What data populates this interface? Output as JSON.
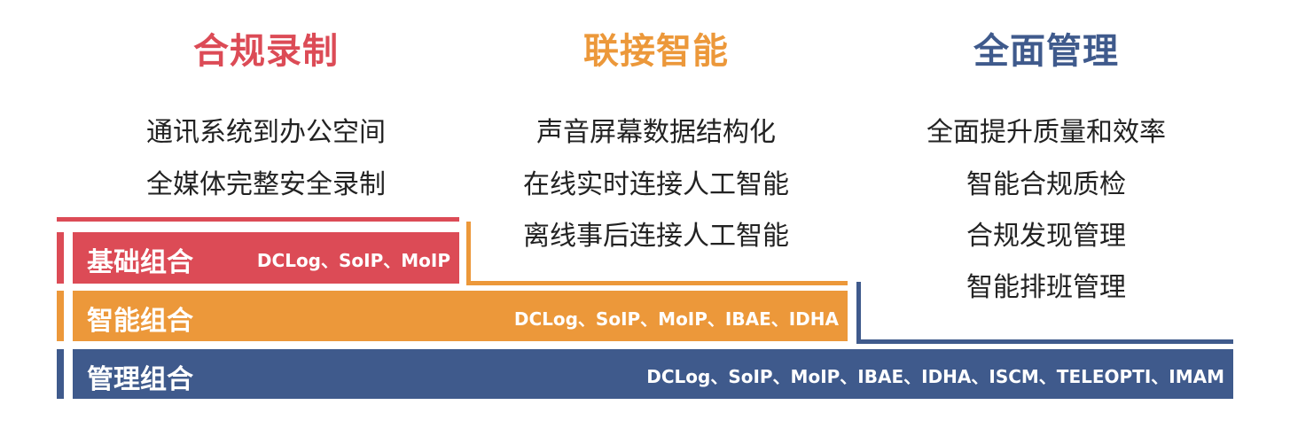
{
  "colors": {
    "red": "#dc4b56",
    "orange": "#ec983a",
    "blue": "#3f5a8c",
    "text": "#222222"
  },
  "columns": [
    {
      "title": "合规录制",
      "features": [
        "通讯系统到办公空间",
        "全媒体完整安全录制"
      ]
    },
    {
      "title": "联接智能",
      "features": [
        "声音屏幕数据结构化",
        "在线实时连接人工智能",
        "离线事后连接人工智能"
      ]
    },
    {
      "title": "全面管理",
      "features": [
        "全面提升质量和效率",
        "智能合规质检",
        "合规发现管理",
        "智能排班管理"
      ]
    }
  ],
  "bundles": [
    {
      "name": "基础组合",
      "products": "DCLog、SoIP、MoIP"
    },
    {
      "name": "智能组合",
      "products": "DCLog、SoIP、MoIP、IBAE、IDHA"
    },
    {
      "name": "管理组合",
      "products": "DCLog、SoIP、MoIP、IBAE、IDHA、ISCM、TELEOPTI、IMAM"
    }
  ]
}
